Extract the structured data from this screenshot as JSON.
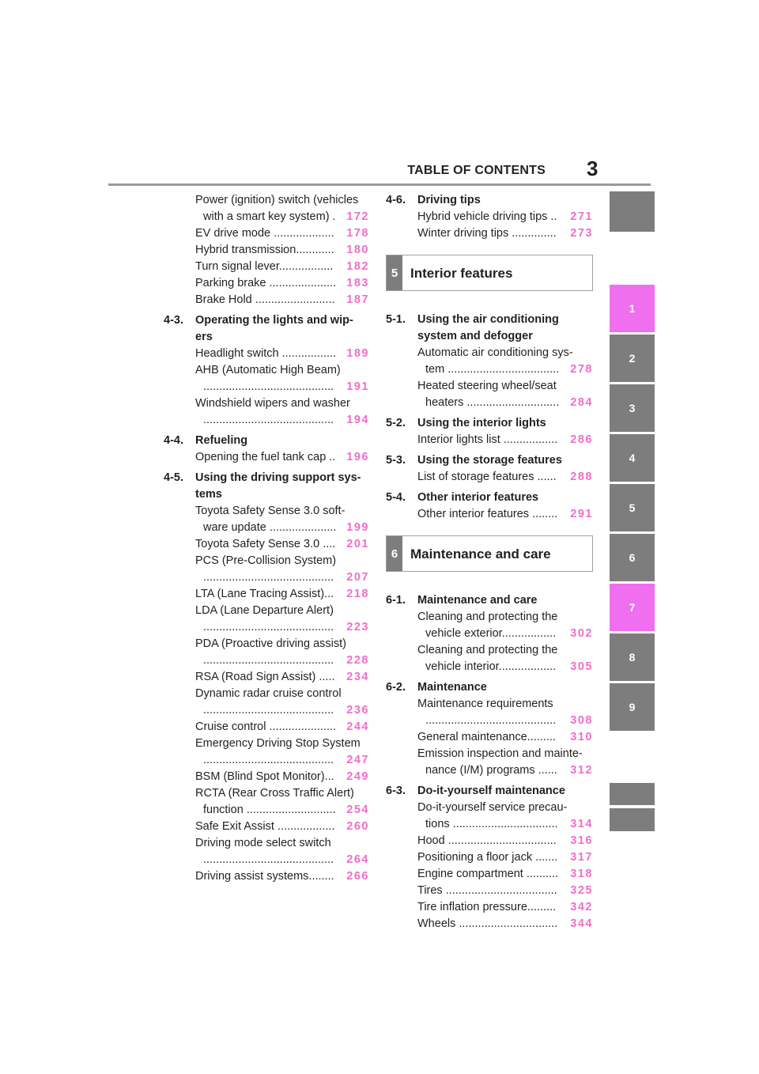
{
  "header": {
    "title": "TABLE OF CONTENTS",
    "page_number": "3"
  },
  "left_column": [
    {
      "kind": "item",
      "text": [
        "Power (ignition) switch (vehicles",
        "with a smart key system) ."
      ],
      "page": "172"
    },
    {
      "kind": "item",
      "text": [
        "EV drive mode ..................."
      ],
      "page": "178"
    },
    {
      "kind": "item",
      "text": [
        "Hybrid transmission............"
      ],
      "page": "180"
    },
    {
      "kind": "item",
      "text": [
        "Turn signal lever................."
      ],
      "page": "182"
    },
    {
      "kind": "item",
      "text": [
        "Parking brake ....................."
      ],
      "page": "183"
    },
    {
      "kind": "item",
      "text": [
        "Brake Hold ........................."
      ],
      "page": "187"
    },
    {
      "kind": "sec",
      "num": "4-3.",
      "title": "Operating the lights and wip-ers"
    },
    {
      "kind": "item",
      "text": [
        "Headlight switch ................."
      ],
      "page": "189"
    },
    {
      "kind": "item",
      "text": [
        "AHB (Automatic High Beam)",
        "........................................."
      ],
      "page": "191"
    },
    {
      "kind": "item",
      "text": [
        "Windshield wipers and washer",
        "........................................."
      ],
      "page": "194"
    },
    {
      "kind": "sec",
      "num": "4-4.",
      "title": "Refueling"
    },
    {
      "kind": "item",
      "text": [
        "Opening the fuel tank cap .."
      ],
      "page": "196"
    },
    {
      "kind": "sec",
      "num": "4-5.",
      "title": "Using the driving support sys-tems"
    },
    {
      "kind": "item",
      "text": [
        "Toyota Safety Sense 3.0 soft-",
        "ware update ....................."
      ],
      "page": "199"
    },
    {
      "kind": "item",
      "text": [
        "Toyota Safety Sense 3.0 ...."
      ],
      "page": "201"
    },
    {
      "kind": "item",
      "text": [
        "PCS (Pre-Collision System)",
        "........................................."
      ],
      "page": "207"
    },
    {
      "kind": "item",
      "text": [
        "LTA (Lane Tracing Assist)..."
      ],
      "page": "218"
    },
    {
      "kind": "item",
      "text": [
        "LDA (Lane Departure Alert)",
        "........................................."
      ],
      "page": "223"
    },
    {
      "kind": "item",
      "text": [
        "PDA (Proactive driving assist)",
        "........................................."
      ],
      "page": "228"
    },
    {
      "kind": "item",
      "text": [
        "RSA (Road Sign Assist) ....."
      ],
      "page": "234"
    },
    {
      "kind": "item",
      "text": [
        "Dynamic radar cruise control",
        "........................................."
      ],
      "page": "236"
    },
    {
      "kind": "item",
      "text": [
        "Cruise control ....................."
      ],
      "page": "244"
    },
    {
      "kind": "item",
      "text": [
        "Emergency Driving Stop System",
        "........................................."
      ],
      "page": "247"
    },
    {
      "kind": "item",
      "text": [
        "BSM (Blind Spot Monitor)..."
      ],
      "page": "249"
    },
    {
      "kind": "item",
      "text": [
        "RCTA (Rear Cross Traffic Alert)",
        "function ............................"
      ],
      "page": "254"
    },
    {
      "kind": "item",
      "text": [
        "Safe Exit Assist .................."
      ],
      "page": "260"
    },
    {
      "kind": "item",
      "text": [
        "Driving mode select switch",
        "........................................."
      ],
      "page": "264"
    },
    {
      "kind": "item",
      "text": [
        "Driving assist systems........"
      ],
      "page": "266"
    }
  ],
  "right_column": [
    {
      "kind": "sec",
      "num": "4-6.",
      "title": "Driving tips"
    },
    {
      "kind": "item",
      "text": [
        "Hybrid vehicle driving tips .."
      ],
      "page": "271"
    },
    {
      "kind": "item",
      "text": [
        "Winter driving tips .............."
      ],
      "page": "273"
    },
    {
      "kind": "chapter",
      "num": "5",
      "title": "Interior features"
    },
    {
      "kind": "sec",
      "num": "5-1.",
      "title": "Using the air conditioning system and defogger"
    },
    {
      "kind": "item",
      "text": [
        "Automatic air conditioning sys-",
        "tem ..................................."
      ],
      "page": "278"
    },
    {
      "kind": "item",
      "text": [
        "Heated steering wheel/seat",
        "heaters ............................."
      ],
      "page": "284"
    },
    {
      "kind": "sec",
      "num": "5-2.",
      "title": "Using the interior lights"
    },
    {
      "kind": "item",
      "text": [
        "Interior lights list ................."
      ],
      "page": "286"
    },
    {
      "kind": "sec",
      "num": "5-3.",
      "title": "Using the storage features"
    },
    {
      "kind": "item",
      "text": [
        "List of storage features ......"
      ],
      "page": "288"
    },
    {
      "kind": "sec",
      "num": "5-4.",
      "title": "Other interior features"
    },
    {
      "kind": "item",
      "text": [
        "Other interior features ........"
      ],
      "page": "291"
    },
    {
      "kind": "chapter",
      "num": "6",
      "title": "Maintenance and care"
    },
    {
      "kind": "sec",
      "num": "6-1.",
      "title": "Maintenance and care"
    },
    {
      "kind": "item",
      "text": [
        "Cleaning and protecting the",
        "vehicle exterior................."
      ],
      "page": "302"
    },
    {
      "kind": "item",
      "text": [
        "Cleaning and protecting the",
        "vehicle interior.................."
      ],
      "page": "305"
    },
    {
      "kind": "sec",
      "num": "6-2.",
      "title": "Maintenance"
    },
    {
      "kind": "item",
      "text": [
        "Maintenance requirements",
        "........................................."
      ],
      "page": "308"
    },
    {
      "kind": "item",
      "text": [
        "General maintenance........."
      ],
      "page": "310"
    },
    {
      "kind": "item",
      "text": [
        "Emission inspection and mainte-",
        "nance (I/M) programs ......"
      ],
      "page": "312"
    },
    {
      "kind": "sec",
      "num": "6-3.",
      "title": "Do-it-yourself maintenance"
    },
    {
      "kind": "item",
      "text": [
        "Do-it-yourself service precau-",
        "tions ................................."
      ],
      "page": "314"
    },
    {
      "kind": "item",
      "text": [
        "Hood .................................."
      ],
      "page": "316"
    },
    {
      "kind": "item",
      "text": [
        "Positioning a floor jack ......."
      ],
      "page": "317"
    },
    {
      "kind": "item",
      "text": [
        "Engine compartment .........."
      ],
      "page": "318"
    },
    {
      "kind": "item",
      "text": [
        "Tires ..................................."
      ],
      "page": "325"
    },
    {
      "kind": "item",
      "text": [
        "Tire inflation pressure........."
      ],
      "page": "342"
    },
    {
      "kind": "item",
      "text": [
        "Wheels ..............................."
      ],
      "page": "344"
    }
  ],
  "tabs": [
    {
      "label": "",
      "color": "#7d7d7d"
    },
    {
      "label": "1",
      "color": "#f06ef0"
    },
    {
      "label": "2",
      "color": "#7d7d7d"
    },
    {
      "label": "3",
      "color": "#7d7d7d"
    },
    {
      "label": "4",
      "color": "#7d7d7d"
    },
    {
      "label": "5",
      "color": "#7d7d7d"
    },
    {
      "label": "6",
      "color": "#7d7d7d"
    },
    {
      "label": "7",
      "color": "#f06ef0"
    },
    {
      "label": "8",
      "color": "#7d7d7d"
    },
    {
      "label": "9",
      "color": "#7d7d7d"
    },
    {
      "label": "",
      "color": "#7d7d7d"
    },
    {
      "label": "",
      "color": "#7d7d7d"
    }
  ],
  "colors": {
    "accent_pink": "#f06ec8",
    "tab_gray": "#7d7d7d",
    "rule_gray": "#9a9a9a"
  }
}
